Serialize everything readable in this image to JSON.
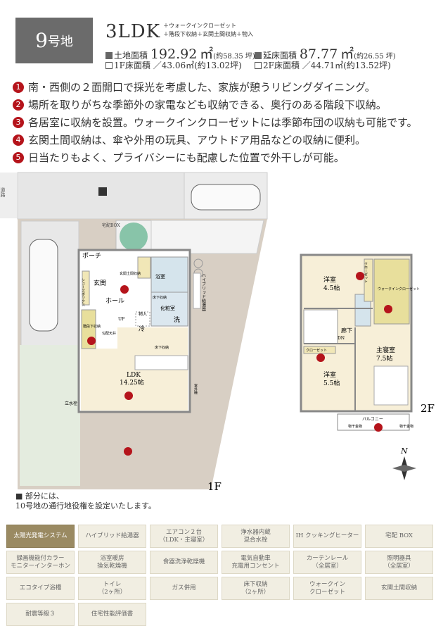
{
  "header": {
    "lot": "9",
    "lot_suffix": "号地",
    "plan": "3LDK",
    "notes": [
      "＋ウォークインクローゼット",
      "＋階段下収納＋玄関土間収納＋物入"
    ],
    "land_label": "土地面積",
    "land_value": "192.92",
    "land_unit": "㎡",
    "land_tsubo": "(約58.35 坪)",
    "floor_label": "延床面積",
    "floor_value": "87.77",
    "floor_unit": "㎡",
    "floor_tsubo": "(約26.55 坪)",
    "f1": "1F床面積 ／43.06㎡(約13.02坪)",
    "f2": "2F床面積 ／44.71㎡(約13.52坪)"
  },
  "points": [
    {
      "n": "1",
      "text": "南・西側の２面開口で採光を考慮した、家族が憩うリビングダイニング。"
    },
    {
      "n": "2",
      "text": "場所を取りがちな季節外の家電なども収納できる、奥行のある階段下収納。"
    },
    {
      "n": "3",
      "text": "各居室に収納を設置。ウォークインクローゼットには季節布団の収納も可能です。"
    },
    {
      "n": "4",
      "text": "玄関土間収納は、傘や外用の玩具、アウトドア用品などの収納に便利。"
    },
    {
      "n": "5",
      "text": "日当たりもよく、プライバシーにも配慮した位置で外干しが可能。"
    }
  ],
  "plan1f": {
    "road": "道路",
    "takuhai": "宅配BOX",
    "porch": "ポーチ",
    "genkan": "玄関",
    "shoes": "シューズボックス",
    "genkan_storage": "玄関土間収納",
    "hall": "ホール",
    "bath": "浴室",
    "yukashita": "床下収納",
    "senmen": "化粧室",
    "wash": "洗",
    "hybrid": "ハイブリッド給湯器",
    "monoire": "物入",
    "rei": "冷",
    "up": "UP",
    "kaidan": "階段下収納",
    "kabe": "勾配天井",
    "ldk": "LDK",
    "ldk_size": "14.25帖",
    "yukashita2": "床下収納",
    "suisen": "立水栓",
    "shitsugai": "室外機",
    "label": "1F"
  },
  "plan2f": {
    "youshitsu1": "洋室",
    "youshitsu1_size": "4.5帖",
    "closet1": "クローゼット",
    "wic": "ウォークインクローゼット",
    "rouka": "廊下",
    "dn": "DN",
    "closet2": "クローゼット",
    "youshitsu2": "洋室",
    "youshitsu2_size": "5.5帖",
    "master": "主寝室",
    "master_size": "7.5帖",
    "balcony": "バルコニー",
    "hoshi1": "物干金物",
    "hoshi2": "物干金物",
    "label": "2F"
  },
  "compass": "N",
  "note": [
    "■ 部分には、",
    "10号地の通行地役権を設定いたします。"
  ],
  "equipment": [
    {
      "label": "太陽光発電システム",
      "active": true
    },
    {
      "label": "ハイブリッド給湯器"
    },
    {
      "label": "エアコン２台\n（LDK・主寝室）"
    },
    {
      "label": "浄水器内蔵\n混合水栓"
    },
    {
      "label": "IH クッキングヒーター"
    },
    {
      "label": "宅配 BOX"
    },
    {
      "label": "録画機能付カラー\nモニターインターホン"
    },
    {
      "label": "浴室暖房\n換気乾燥機"
    },
    {
      "label": "食器洗浄乾燥機"
    },
    {
      "label": "電気自動車\n充電用コンセント"
    },
    {
      "label": "カーテンレール\n（全居室）"
    },
    {
      "label": "照明器具\n（全居室）"
    },
    {
      "label": "エコタイプ浴槽"
    },
    {
      "label": "トイレ\n（2ヶ所）"
    },
    {
      "label": "ガス併用"
    },
    {
      "label": "床下収納\n（2ヶ所）"
    },
    {
      "label": "ウォークイン\nクローゼット"
    },
    {
      "label": "玄関土間収納"
    },
    {
      "label": "耐震等級３"
    },
    {
      "label": "住宅性能評価書"
    }
  ],
  "colors": {
    "accent": "#b5141b",
    "active": "#9a8a62",
    "header_box": "#6b6b6b"
  }
}
